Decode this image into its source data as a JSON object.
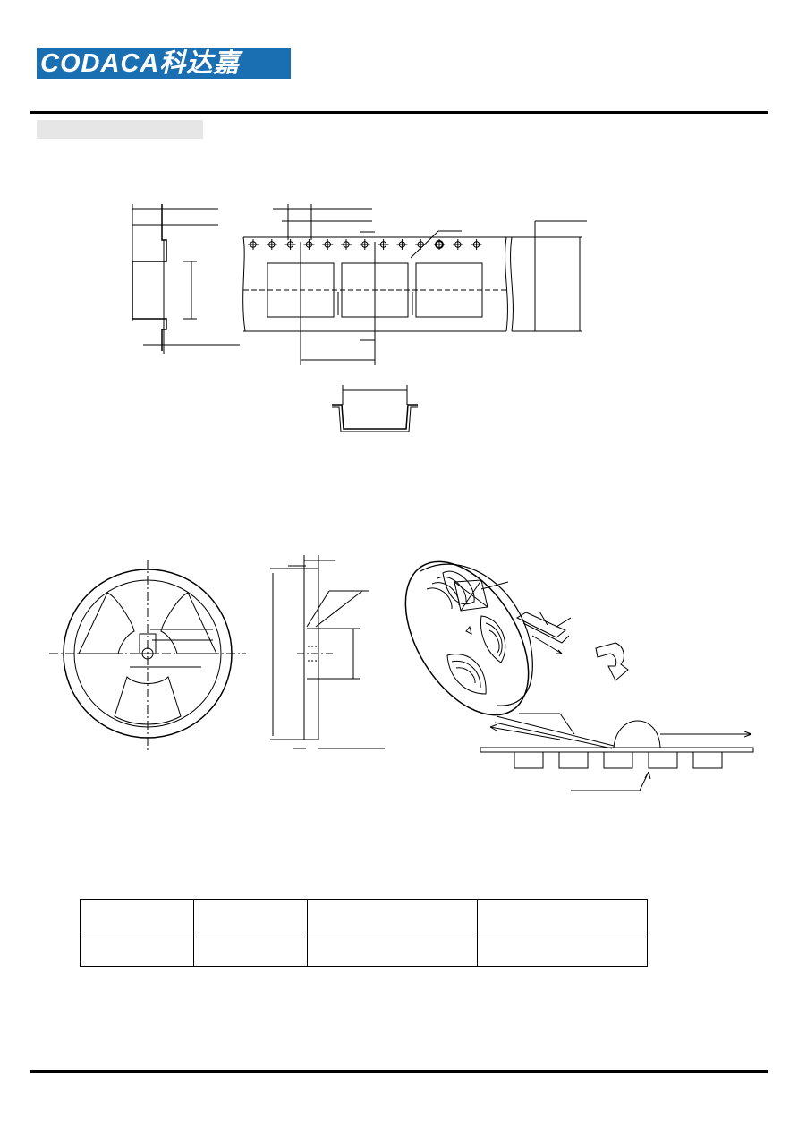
{
  "header": {
    "logo_text": "CODACA科达嘉",
    "logo_color": "#1a6fb3"
  },
  "drawings": {
    "line_color": "#000000",
    "tape_pocket_count": 3,
    "sprocket_hole_count": 13,
    "embossed_pocket_count": 5
  },
  "spec_table": {
    "column_count": 4,
    "row_count": 2
  }
}
